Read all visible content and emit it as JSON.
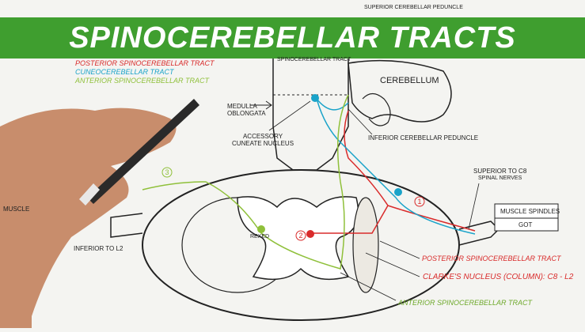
{
  "title": "SPINOCEREBELLAR TRACTS",
  "legend": [
    {
      "label": "POSTERIOR SPINOCEREBELLAR TRACT",
      "color": "#d92b2b"
    },
    {
      "label": "CUNEOCEREBELLAR TRACT",
      "color": "#1aa3c9"
    },
    {
      "label": "ANTERIOR SPINOCEREBELLAR TRACT",
      "color": "#8fc03a"
    }
  ],
  "labels": {
    "superior_peduncle": "SUPERIOR CEREBELLAR PEDUNCLE",
    "spinocerebellar_tract": "SPINOCEREBELLAR TRACT",
    "cerebellum": "CEREBELLUM",
    "medulla": "MEDULLA OBLONGATA",
    "accessory_cuneate": "ACCESSORY CUNEATE NUCLEUS",
    "inferior_peduncle": "INFERIOR CEREBELLAR PEDUNCLE",
    "superior_to_c8": "SUPERIOR TO C8",
    "spinal_nerves": "SPINAL NERVES",
    "muscle_spindles": "MUSCLE SPINDLES",
    "got": "GOT",
    "muscle_left": "MUSCLE",
    "inferior_to_l2": "INFERIOR TO L2",
    "rexed": "REXED",
    "posterior_tract": "POSTERIOR SPINOCEREBELLAR TRACT",
    "clarkes_nucleus": "CLARKE'S NUCLEUS (COLUMN): C8 - L2",
    "anterior_tract": "ANTERIOR SPINOCEREBELLAR TRACT",
    "num_1": "1",
    "num_2": "2",
    "num_3": "3"
  }
}
